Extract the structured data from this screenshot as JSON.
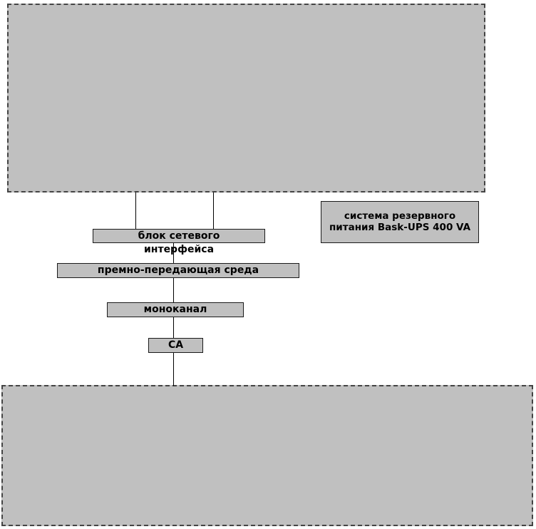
{
  "diagram": {
    "title_text": "",
    "colors": {
      "zone_fill": "#C0C0C0",
      "zone_border": "#444444",
      "node_fill": "#C0C0C0",
      "node_border": "#1A1A1A",
      "connector": "#000000",
      "page_background": "#FFFFFF"
    },
    "zones": [
      {
        "name": "upper-zone",
        "label": ""
      },
      {
        "name": "lower-zone",
        "label": ""
      }
    ],
    "nodes": [
      {
        "id": "network-interface-unit",
        "label": "блок сетевого"
      },
      {
        "id": "network-interface-unit-line2",
        "label": "интерфейса"
      },
      {
        "id": "transmission-medium",
        "label": "премно-передающая среда"
      },
      {
        "id": "monochannel",
        "label": "моноканал"
      },
      {
        "id": "sa",
        "label": "CA"
      },
      {
        "id": "backup-power-system",
        "label": "система резервного питания Bask-UPS 400 VA"
      }
    ],
    "connectors": [
      {
        "id": "zone-to-nib-left"
      },
      {
        "id": "zone-to-nib-right"
      },
      {
        "id": "nib-to-lower-zone"
      }
    ]
  }
}
